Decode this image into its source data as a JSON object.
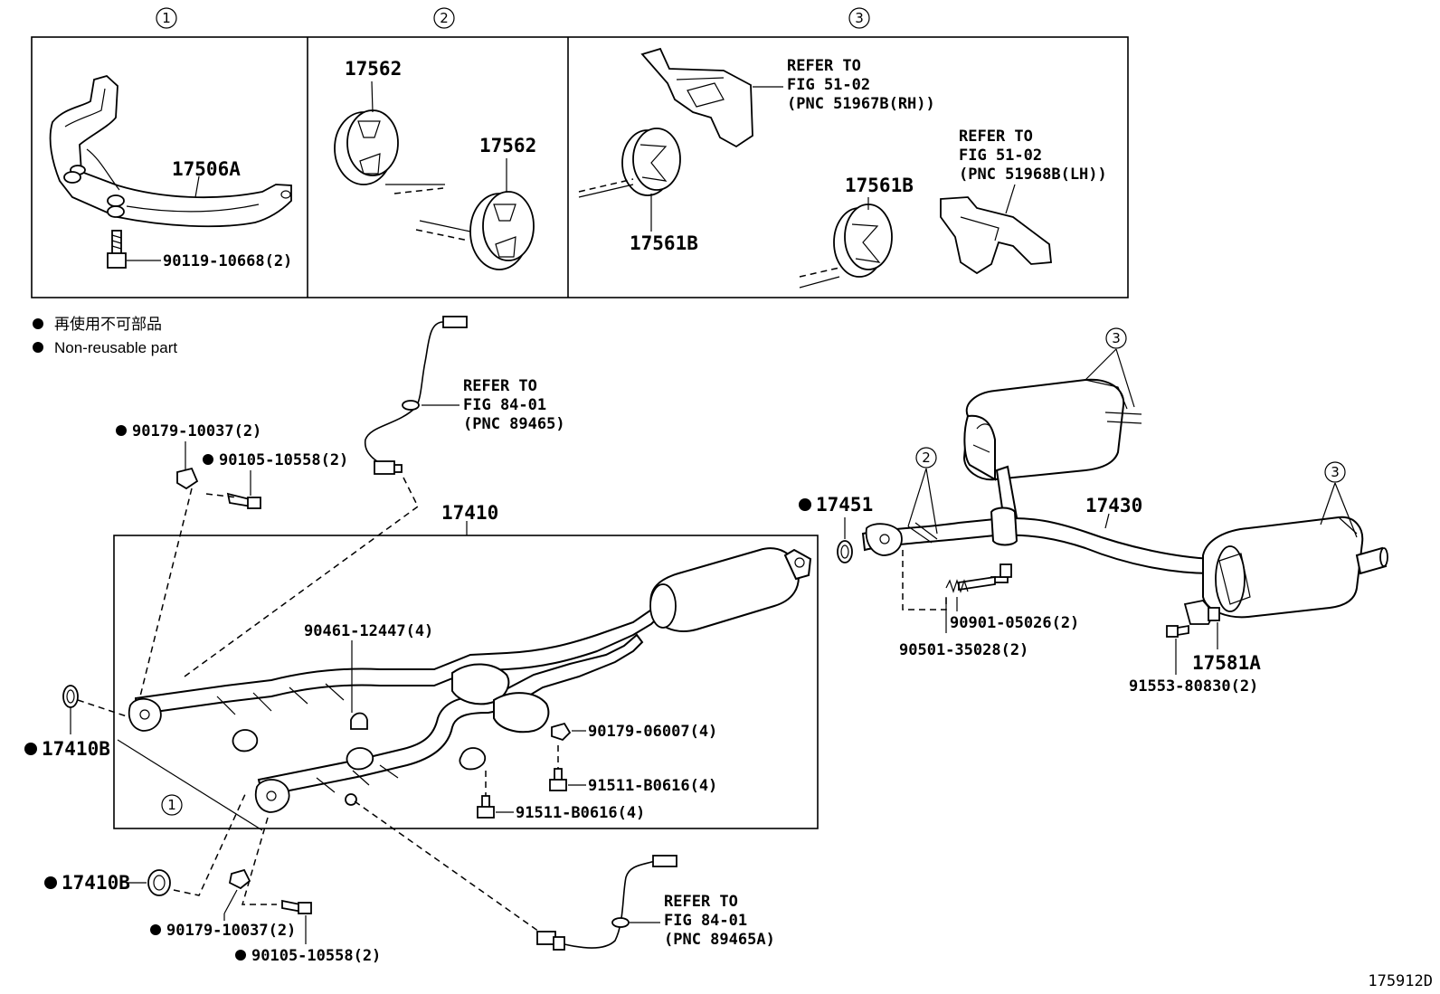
{
  "insets": {
    "circle_1": "1",
    "circle_2": "2",
    "circle_3": "3"
  },
  "callouts": {
    "c1_bracket": "17506A",
    "c1_bolt": "90119-10668(2)",
    "c2_hanger_a": "17562",
    "c2_hanger_b": "17562",
    "c3_refer_rh_line1": "REFER TO",
    "c3_refer_rh_line2": "FIG 51-02",
    "c3_refer_rh_line3": "(PNC 51967B(RH))",
    "c3_refer_lh_line1": "REFER TO",
    "c3_refer_lh_line2": "FIG 51-02",
    "c3_refer_lh_line3": "(PNC 51968B(LH))",
    "c3_hanger_a": "17561B",
    "c3_hanger_b": "17561B"
  },
  "legend": {
    "jp": "再使用不可部品",
    "en": "Non-reusable part"
  },
  "main": {
    "sensor_top_l1": "REFER TO",
    "sensor_top_l2": "FIG 84-01",
    "sensor_top_l3": "(PNC 89465)",
    "sensor_bot_l1": "REFER TO",
    "sensor_bot_l2": "FIG 84-01",
    "sensor_bot_l3": "(PNC 89465A)",
    "nut_top": "90179-10037(2)",
    "stud_top": "90105-10558(2)",
    "front_pipe": "17410",
    "clamp": "90461-12447(4)",
    "nut_mid": "90179-06007(4)",
    "bolt_a": "91511-B0616(4)",
    "bolt_b": "91511-B0616(4)",
    "gasket_a": "17410B",
    "gasket_b": "17410B",
    "circle_1_main": "1",
    "nut_bot": "90179-10037(2)",
    "stud_bot": "90105-10558(2)",
    "gasket_c": "17451",
    "tail_pipe": "17430",
    "bolt_tail": "90901-05026(2)",
    "spring": "90501-35028(2)",
    "valve": "17581A",
    "screw": "91553-80830(2)",
    "circle_2_main": "2",
    "circle_3_main_a": "3",
    "circle_3_main_b": "3",
    "figure_id": "175912D"
  }
}
